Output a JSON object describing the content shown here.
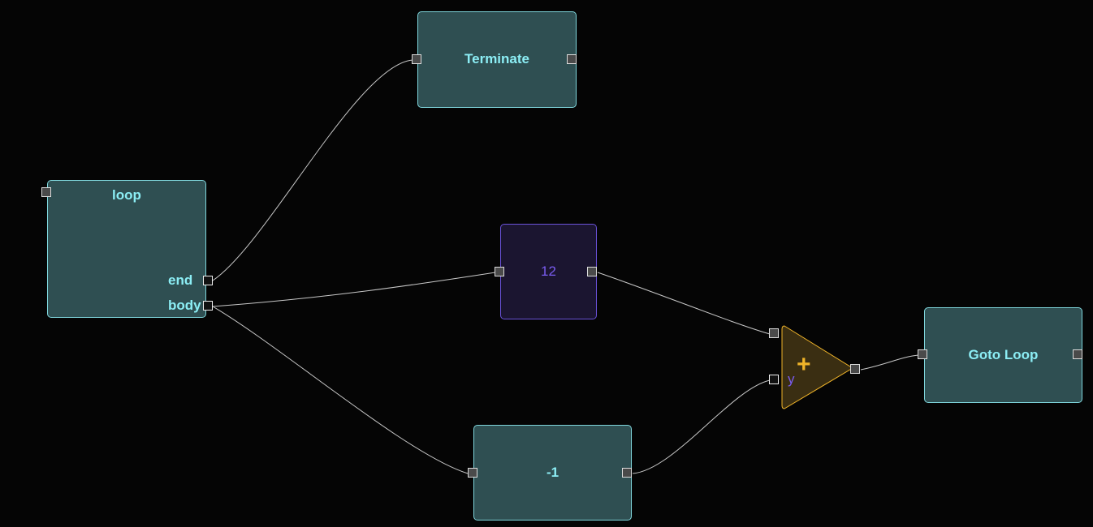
{
  "nodes": {
    "terminate": {
      "title": "Terminate"
    },
    "loop": {
      "title": "loop",
      "port_end": "end",
      "port_body": "body"
    },
    "value": {
      "text": "12"
    },
    "negative_one": {
      "title": "-1"
    },
    "add": {
      "symbol": "+",
      "port_y": "y"
    },
    "goto_loop": {
      "title": "Goto Loop"
    }
  },
  "colors": {
    "background": "#050505",
    "node_fill": "#2f4f52",
    "node_border": "#7fd6dc",
    "node_text": "#8ceef5",
    "value_fill": "#1b1530",
    "value_border": "#6a52d9",
    "value_text": "#7a5cf0",
    "operator_fill": "#3a2e12",
    "operator_border": "#f0b429",
    "wire": "#c8c8c8"
  },
  "icons": {
    "operator": "plus-icon"
  }
}
